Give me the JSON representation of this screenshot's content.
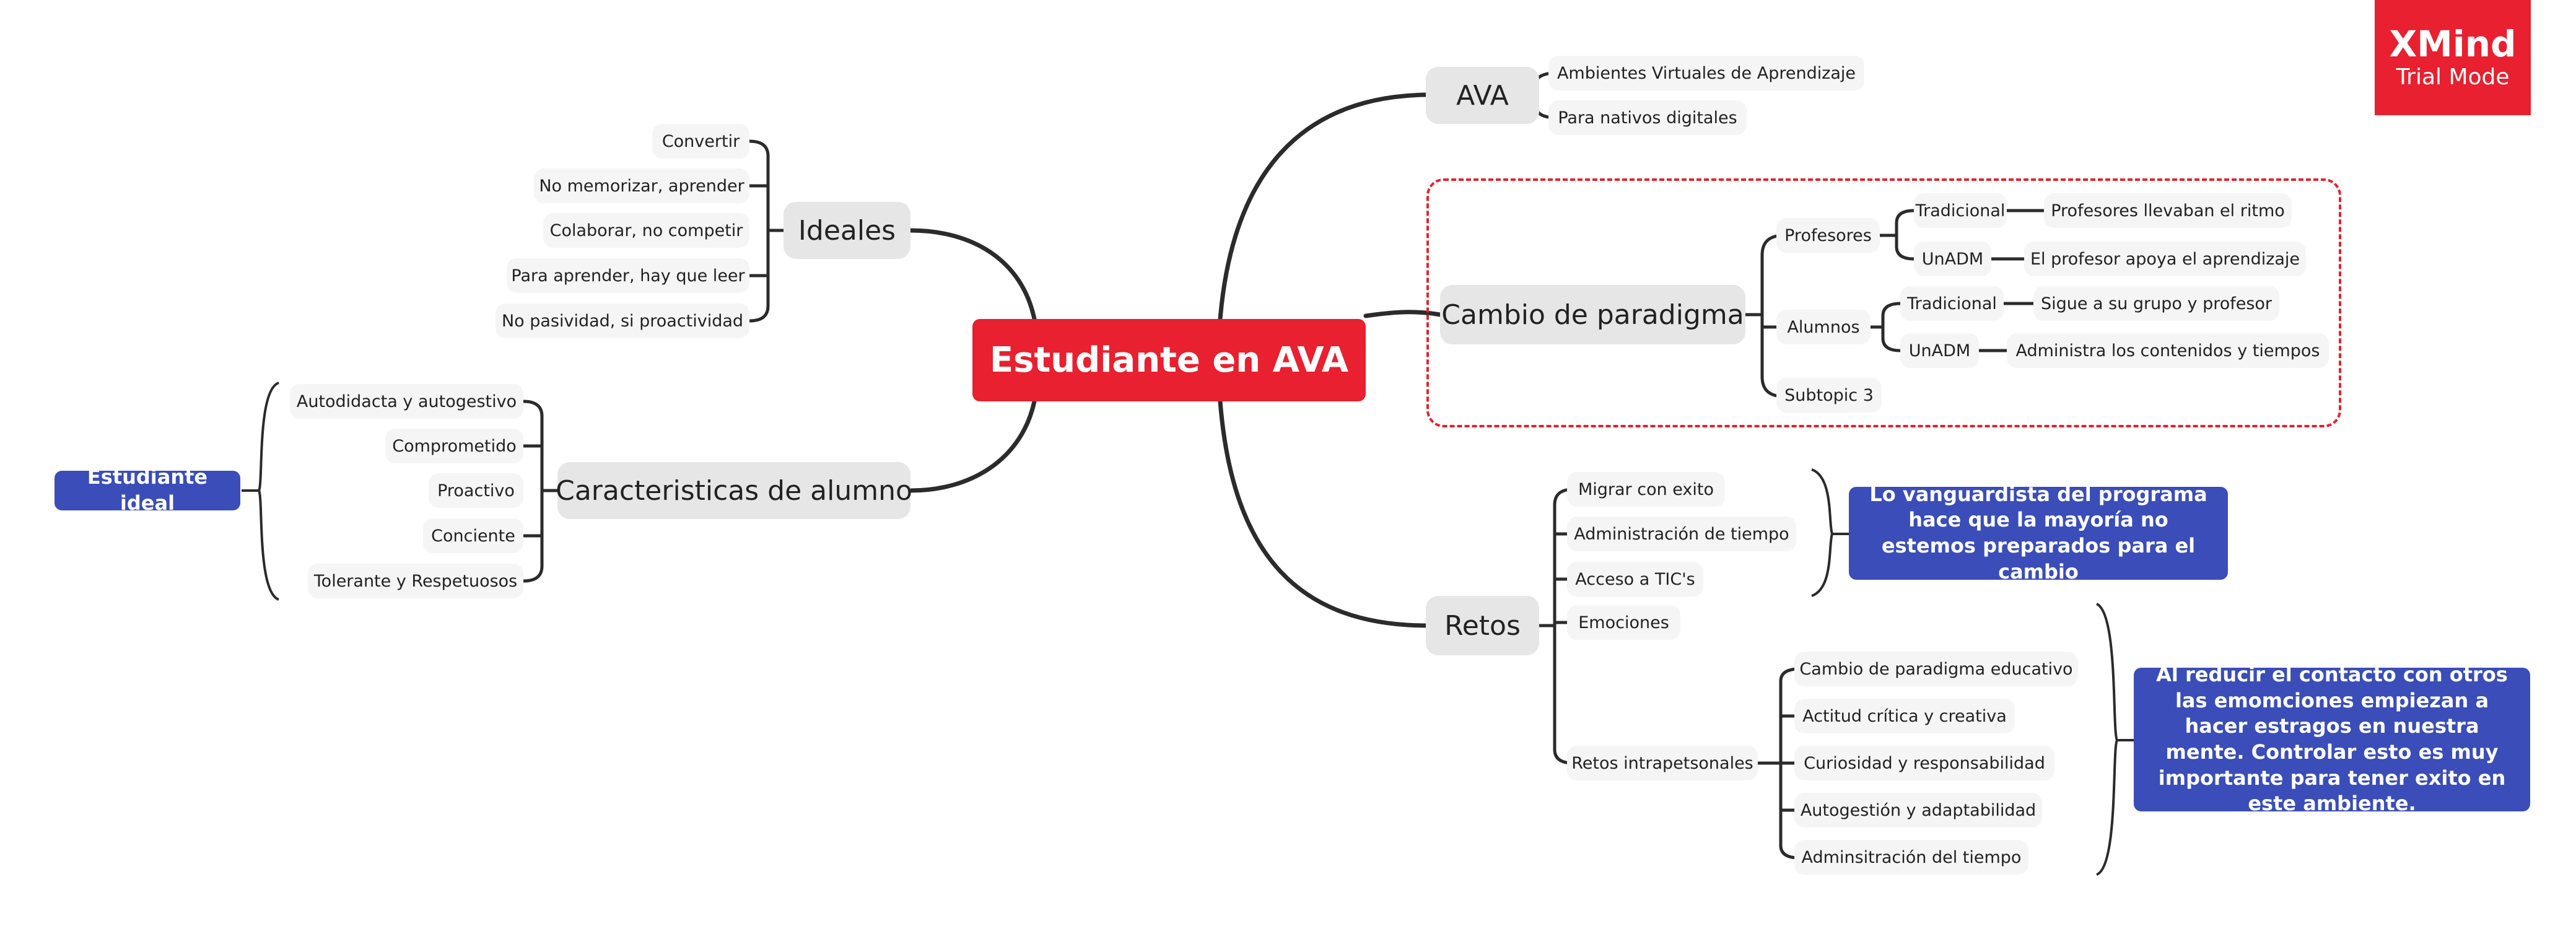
{
  "watermark": {
    "brand": "XMind",
    "mode": "Trial Mode"
  },
  "central": "Estudiante  en AVA",
  "ava": {
    "label": "AVA",
    "children": [
      "Ambientes Virtuales de  Aprendizaje",
      "Para nativos digitales"
    ]
  },
  "paradigma": {
    "label": "Cambio de paradigma",
    "profesores": {
      "label": "Profesores",
      "tradicional": "Tradicional",
      "tradicional_detail": "Profesores llevaban el ritmo",
      "unadm": "UnADM",
      "unadm_detail": "El profesor apoya el aprendizaje"
    },
    "alumnos": {
      "label": "Alumnos",
      "tradicional": "Tradicional",
      "tradicional_detail": "Sigue a su grupo y profesor",
      "unadm": "UnADM",
      "unadm_detail": "Administra los contenidos y tiempos"
    },
    "subtopic": "Subtopic 3"
  },
  "retos": {
    "label": "Retos",
    "items": [
      "Migrar con exito",
      "Administración de tiempo",
      "Acceso a TIC's",
      "Emociones",
      "Retos intrapetsonales"
    ],
    "summary1": "Lo vanguardista del programa hace que la mayoría no estemos preparados para el cambio",
    "intrapersonales": [
      "Cambio de paradigma educativo",
      "Actitud crítica y creativa",
      "Curiosidad y responsabilidad",
      "Autogestión y adaptabilidad",
      "Adminsitración del tiempo"
    ],
    "summary2": "Al reducir el contacto con otros las emomciones empiezan a hacer estragos en nuestra mente. Controlar esto es muy importante para tener exito en este ambiente."
  },
  "ideales": {
    "label": "Ideales",
    "items": [
      "Convertir",
      "No memorizar, aprender",
      "Colaborar, no competir",
      "Para aprender, hay que leer",
      "No pasividad, si proactividad"
    ]
  },
  "caracteristicas": {
    "label": "Caracteristicas de alumno",
    "items": [
      "Autodidacta y autogestivo",
      "Comprometido",
      "Proactivo",
      "Conciente",
      "Tolerante y Respetuosos"
    ],
    "summary": "Estudiante ideal"
  },
  "colors": {
    "accent": "#e8202f",
    "summary": "#3a4db8",
    "line": "#2b2b2b",
    "topic": "#e6e6e6",
    "leaf": "#f5f5f5"
  }
}
